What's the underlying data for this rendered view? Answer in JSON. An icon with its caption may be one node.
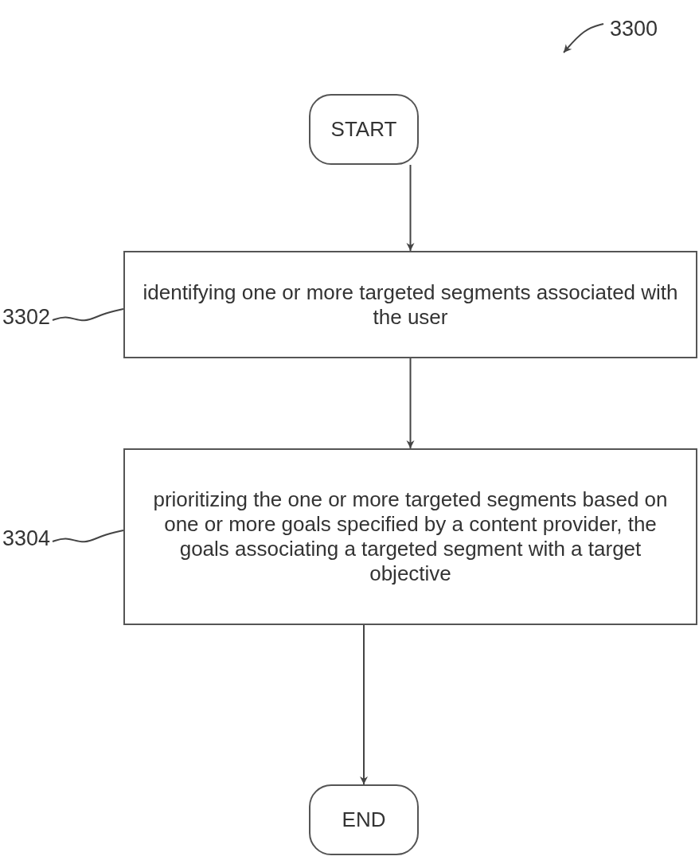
{
  "diagram": {
    "nodes": [
      {
        "text": [
          "START"
        ]
      },
      {
        "text": [
          "identifying one or more targeted segments associated with the user"
        ]
      },
      {
        "text": [
          "prioritizing the one or more targeted segments based on one or more goals specified by a content provider, the goals associating a targeted segment with a target objective"
        ]
      },
      {
        "text": [
          "END"
        ]
      },
      {
        "text": [
          "3300"
        ]
      },
      {
        "text": [
          "3302"
        ]
      },
      {
        "text": [
          "3304"
        ]
      }
    ],
    "edges": [
      {
        "from": 0,
        "to": 1,
        "arrow": "to"
      },
      {
        "from": 1,
        "to": 2,
        "arrow": "to"
      },
      {
        "from": 2,
        "to": 3,
        "arrow": "to"
      },
      {
        "from": 5,
        "to": 1,
        "arrow": "none"
      },
      {
        "from": 6,
        "to": 2,
        "arrow": "none"
      },
      {
        "from": 4,
        "to": null,
        "arrow": "to"
      }
    ]
  }
}
